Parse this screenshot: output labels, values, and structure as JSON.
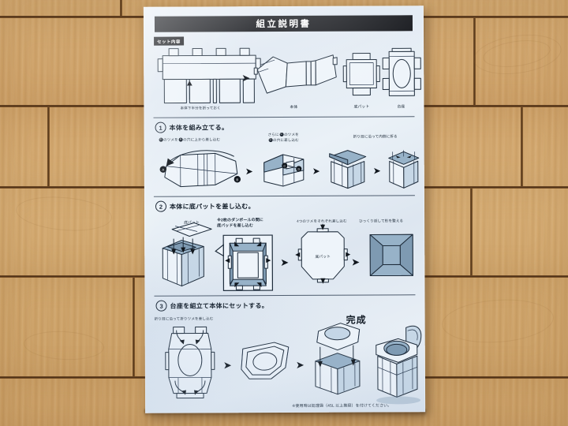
{
  "scene": {
    "description": "photo of a printed Japanese assembly instruction sheet lying on a light oak wood floor",
    "background_color": "#d2a86f",
    "paper_color": "#e4ecf5",
    "ink_color": "#1d2b3a"
  },
  "sheet": {
    "title": "組立説明書",
    "title_banner_color": "#0d0f14",
    "set_contents": {
      "label": "セット内容",
      "caption": "本体下半分を折っておく",
      "part_labels": [
        "本体",
        "底パット",
        "台座"
      ]
    },
    "steps": [
      {
        "number": "1",
        "title": "本体を組み立てる。",
        "captions": [
          {
            "prefix": "",
            "mark_a": "B",
            "mid": "のツメを",
            "mark_b": "A",
            "suffix": "の穴に上から差し込む"
          },
          {
            "prefix": "さらに",
            "mark_a": "C",
            "mid": "のツメを",
            "mark_b": "D",
            "suffix": "の穴に差し込む"
          }
        ],
        "caption_right": "折り目に沿って内側に折る",
        "panel_marks": [
          "A",
          "B",
          "C",
          "D"
        ]
      },
      {
        "number": "2",
        "title": "本体に底パットを差し込む。",
        "label_panel1": "底パット",
        "caption_callout": "※2枚のダンボールの間に\n底パッドを差し込む",
        "caption_3": "4つのツメをそれぞれ差し込む",
        "caption_4": "ひっくり返して形を整える",
        "label_panel3": "底パット"
      },
      {
        "number": "3",
        "title": "台座を組立て本体にセットする。",
        "caption_left": "折り目に沿って折りツメを差し込む",
        "done_label": "完成"
      }
    ],
    "footnote": "※使用時は処理袋（45L 以上推奨）を付けてください。"
  }
}
